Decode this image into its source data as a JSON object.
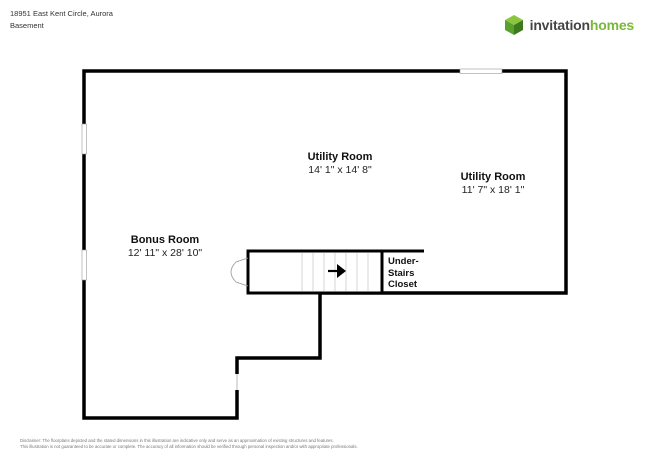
{
  "header": {
    "address": "18951 East Kent Circle, Aurora",
    "level": "Basement"
  },
  "logo": {
    "brand_part1": "invitation",
    "brand_part2": "homes",
    "color_green": "#7ab83a",
    "color_dark": "#444444"
  },
  "rooms": [
    {
      "name": "Utility Room",
      "dims": "14' 1\" x 14' 8\""
    },
    {
      "name": "Utility Room",
      "dims": "11' 7\" x 18' 1\""
    },
    {
      "name": "Bonus Room",
      "dims": "12' 11\" x 28' 10\""
    }
  ],
  "closet": {
    "line1": "Under-",
    "line2": "Stairs",
    "line3": "Closet"
  },
  "disclaimer": {
    "line1": "Disclaimer: The floorplans depicted and the stated dimensions in this illustration are indicative only and serve as an approximation of existing structures and features.",
    "line2": "This illustration is not guaranteed to be accurate or complete. The accuracy of all information should be verified through personal inspection and/or with appropriate professionals."
  },
  "colors": {
    "wall": "#000000",
    "window": "#bfbfbf",
    "stair_lines": "#cccccc"
  }
}
